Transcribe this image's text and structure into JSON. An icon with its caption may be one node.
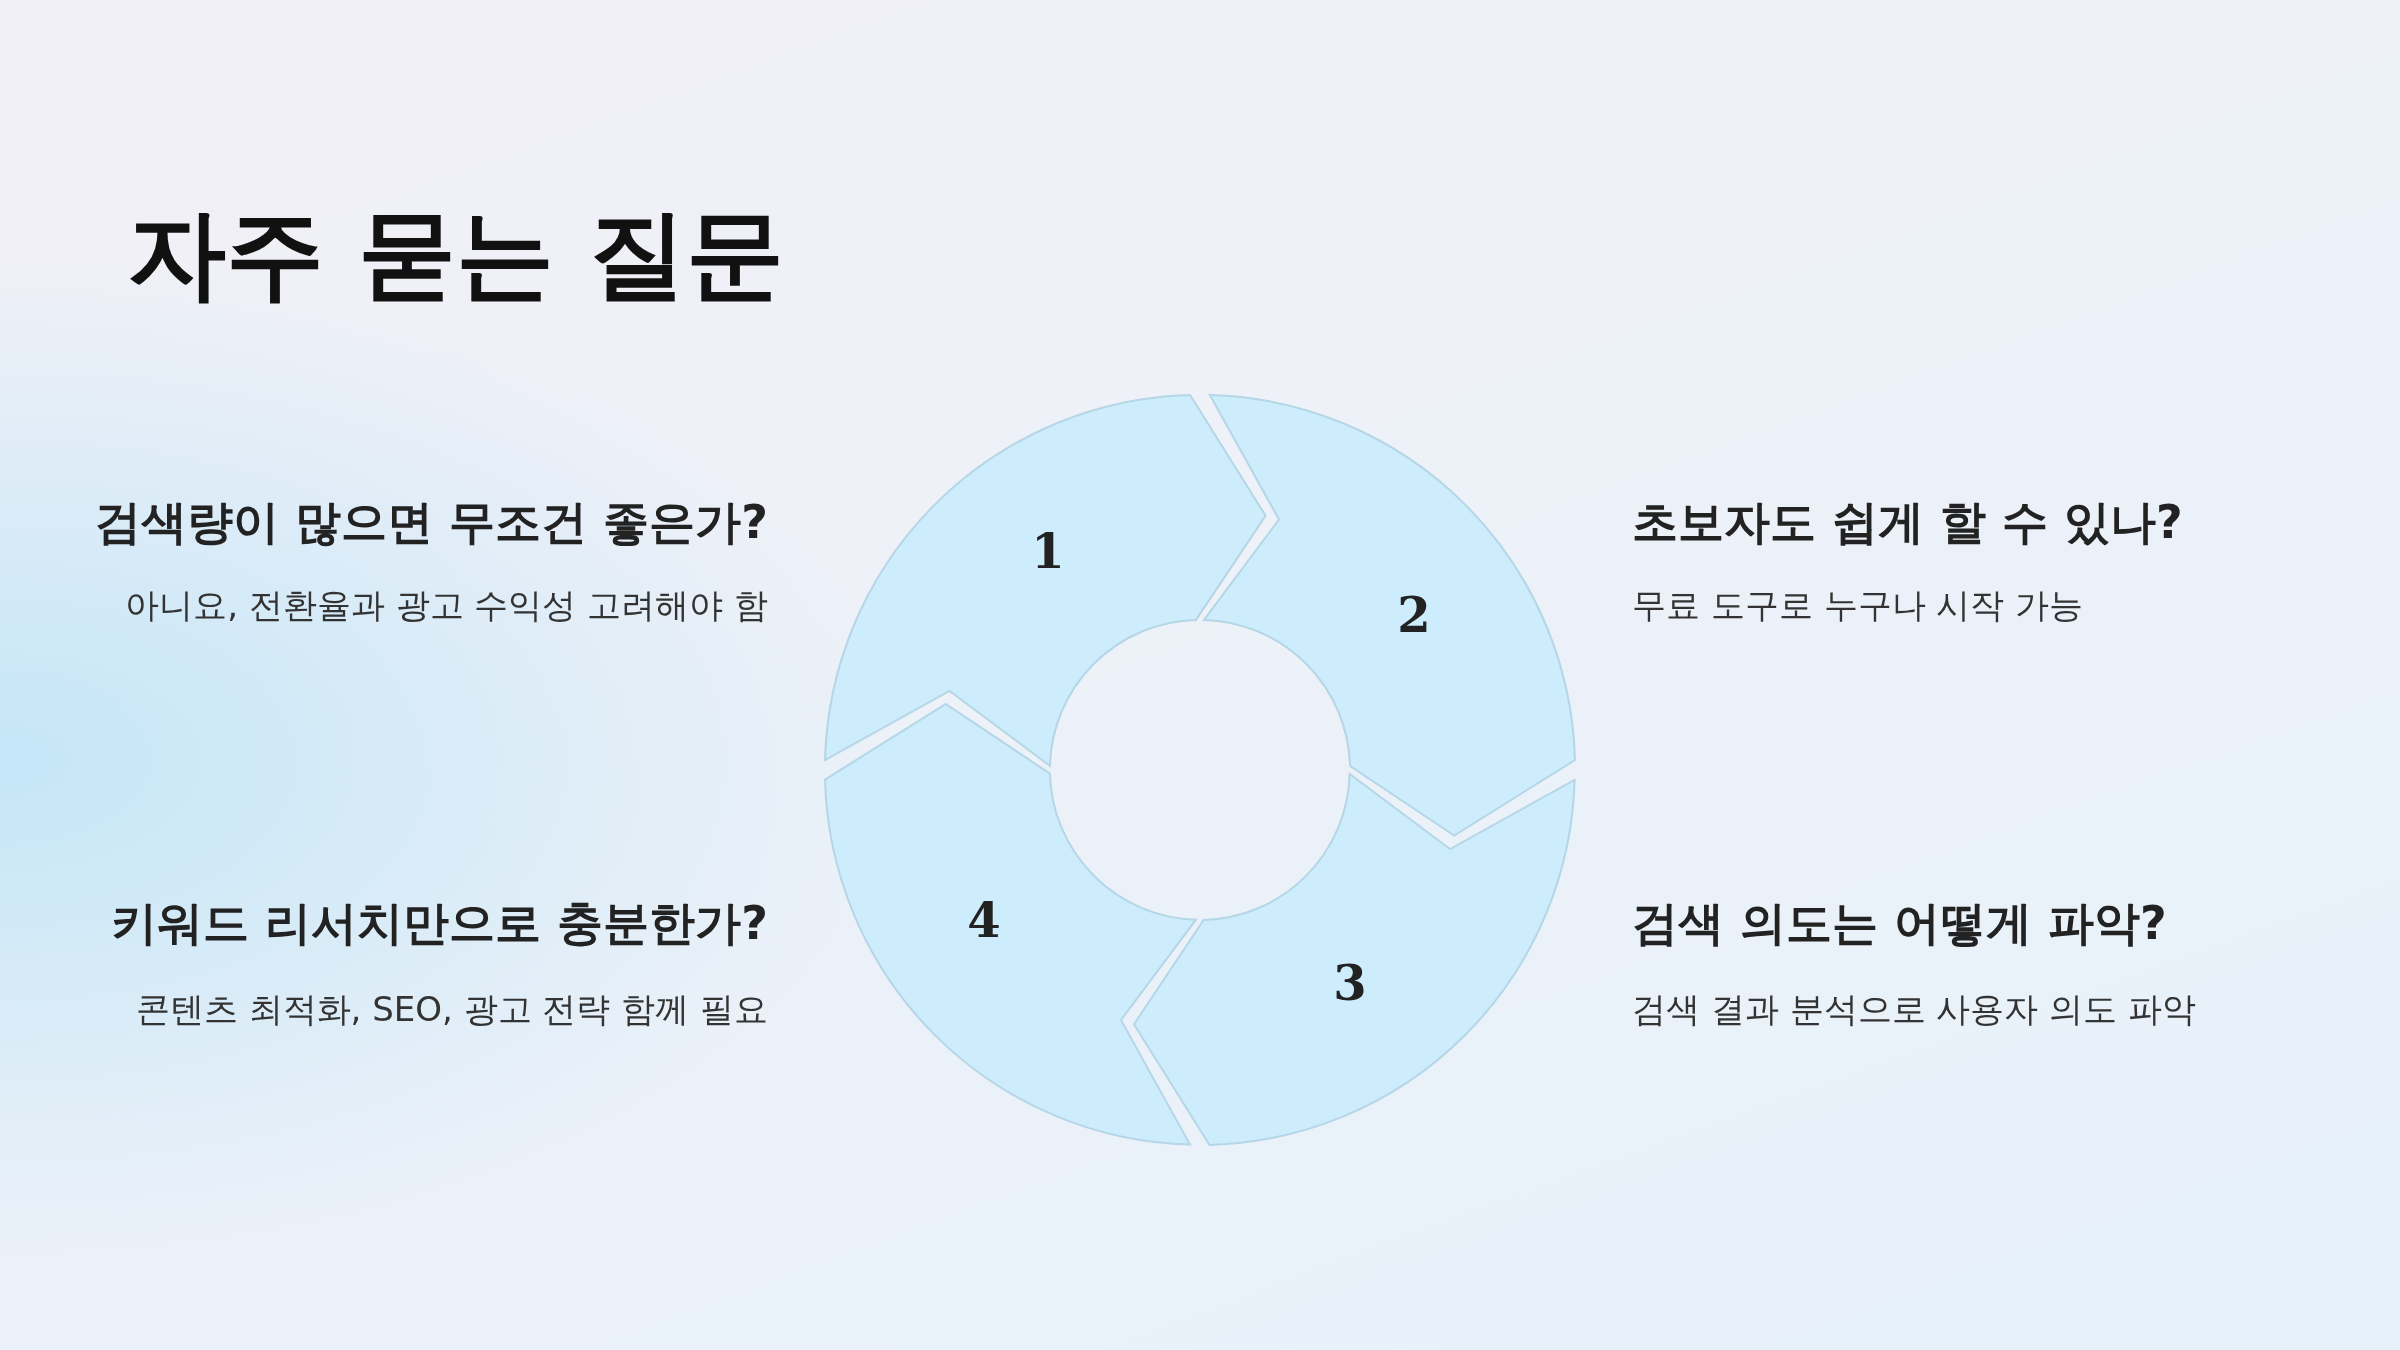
{
  "diagram": {
    "title": "자주 묻는 질문",
    "nodes": [
      {
        "text": [
          "1"
        ]
      },
      {
        "text": [
          "2"
        ]
      },
      {
        "text": [
          "3"
        ]
      },
      {
        "text": [
          "4"
        ]
      }
    ],
    "labels": [
      "검색량이 많으면 무조건 좋은가?",
      "아니요, 전환율과 광고 수익성 고려해야 함",
      "초보자도 쉽게 할 수 있나?",
      "무료 도구로 누구나 시작 가능",
      "키워드 리서치만으로 충분한가?",
      "콘텐츠 최적화, SEO, 광고 전략 함께 필요",
      "검색 의도는 어떻게 파악?",
      "검색 결과 분석으로 사용자 의도 파악"
    ]
  }
}
